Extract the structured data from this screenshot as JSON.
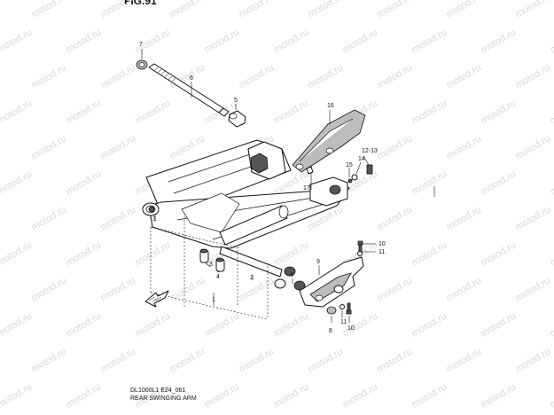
{
  "figure": {
    "title": "FIG.91",
    "model_code": "DL1000L1 E24_061",
    "section_name": "REAR SWINGING ARM"
  },
  "watermark": {
    "text": "motod.ru",
    "color": "#d8d8d8"
  },
  "part_labels": {
    "p1": "1",
    "p2": "2",
    "p3": "3",
    "p4": "4",
    "p5": "5",
    "p6": "6",
    "p7": "7",
    "p8": "8",
    "p9": "9",
    "p10a": "10",
    "p10b": "10",
    "p11a": "11",
    "p11b": "11",
    "p12_13": "12-13",
    "p14": "14",
    "p15": "15",
    "p16": "16",
    "p17": "17"
  },
  "icons": {
    "front_arrow": "front-direction-arrow-icon"
  }
}
